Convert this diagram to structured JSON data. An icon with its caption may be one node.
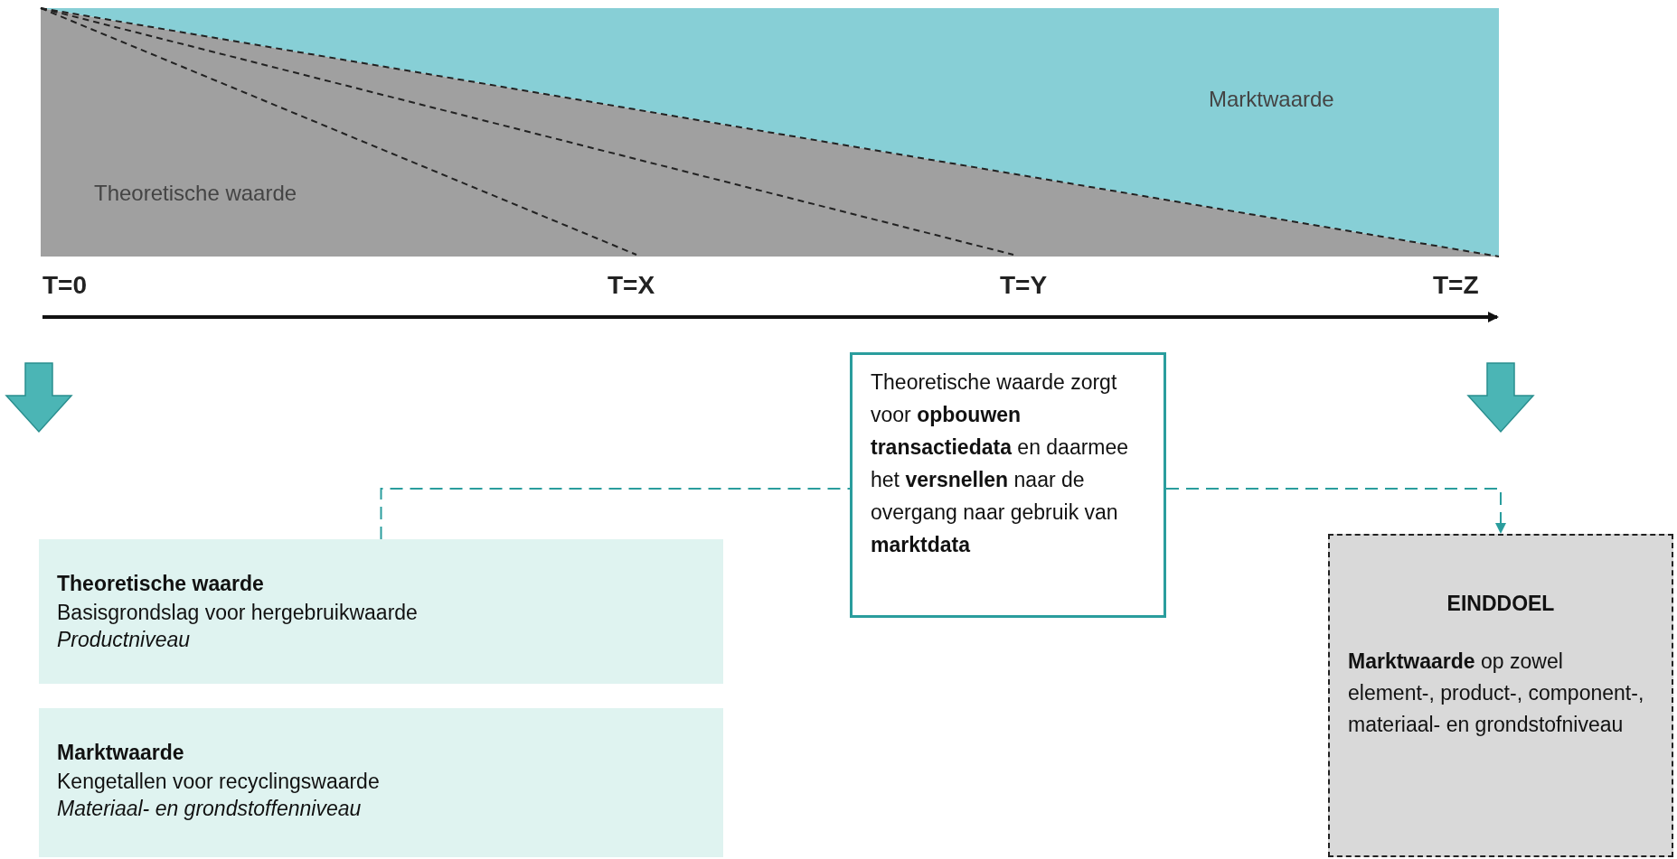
{
  "diagram": {
    "nodes": [
      {
        "text": [
          "Theoretische waarde",
          "Basisgrondslag voor hergebruikwaarde",
          "Productniveau"
        ]
      },
      {
        "text": [
          "Marktwaarde",
          "Kengetallen voor recyclingswaarde",
          "Materiaal- en grondstoffenniveau"
        ]
      },
      {
        "text": [
          "Theoretische waarde zorgt voor **opbouwen transactiedata** en daarmee het **versnellen** naar de overgang naar gebruik van **marktdata**"
        ]
      },
      {
        "text": [
          "EINDDOEL",
          "**Marktwaarde** op zowel element-, product-, component-, materiaal- en grondstofniveau"
        ]
      }
    ],
    "edges": [
      {
        "from": 0,
        "to": 2,
        "arrow": "none",
        "style": "dashed"
      },
      {
        "from": 2,
        "to": 3,
        "arrow": "to",
        "style": "dashed"
      }
    ],
    "labels": [
      "Marktwaarde",
      "Theoretische waarde",
      "T=0",
      "T=X",
      "T=Y",
      "T=Z"
    ]
  }
}
